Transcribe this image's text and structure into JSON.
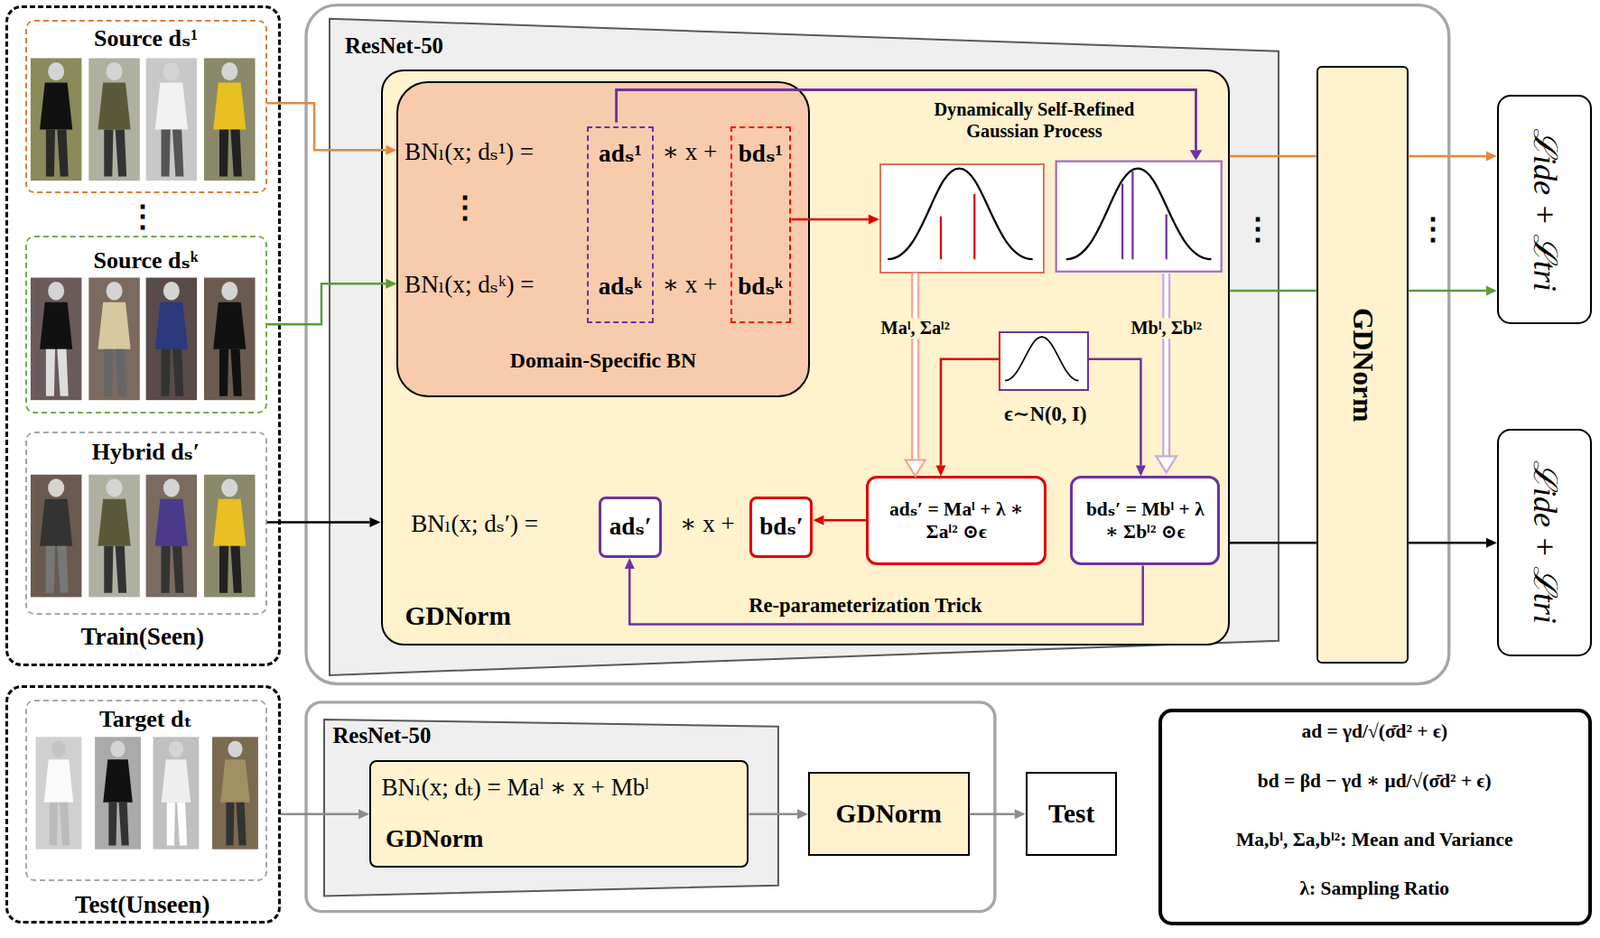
{
  "diagram": {
    "nodes": [
      {
        "text": [
          "Train(Seen)"
        ]
      },
      {
        "text": [
          "Source dₛ¹"
        ],
        "in": 0
      },
      {
        "text": [
          "Source dₛᵏ"
        ],
        "in": 0
      },
      {
        "text": [
          "Hybrid dₛ′"
        ],
        "in": 0
      },
      {
        "text": [
          "ResNet-50"
        ]
      },
      {
        "text": [
          "BNₗ(x; dₛ′) =",
          "∗ x +",
          "GDNorm"
        ],
        "in": 4
      },
      {
        "text": [
          "BNₗ(x; dₛ¹) =",
          "∗ x +",
          "⋮",
          "BNₗ(x; dₛᵏ) =",
          "∗ x +",
          "Domain-Specific BN"
        ],
        "in": 5
      },
      {
        "text": [
          "adₛ¹",
          "adₛᵏ"
        ],
        "in": 6
      },
      {
        "text": [
          "bdₛ¹",
          "bdₛᵏ"
        ],
        "in": 6
      },
      {
        "text": [
          "Dynamically Self-Refined Gaussian Process"
        ],
        "in": 5
      },
      {
        "text": [
          "ϵ∼N(0, I)"
        ],
        "in": 5
      },
      {
        "text": [
          "adₛ′ = Maˡ + λ ∗ Σaˡ² ⊙ϵ"
        ],
        "in": 5
      },
      {
        "text": [
          "bdₛ′ = Mbˡ + λ ∗ Σbˡ² ⊙ϵ"
        ],
        "in": 5
      },
      {
        "text": [
          "adₛ′"
        ],
        "in": 5
      },
      {
        "text": [
          "bdₛ′"
        ],
        "in": 5
      },
      {
        "text": [
          "GDNorm"
        ]
      },
      {
        "text": [
          "ℒide + ℒtri"
        ]
      },
      {
        "text": [
          "ℒide + ℒtri"
        ]
      },
      {
        "text": [
          "Test(Unseen)"
        ]
      },
      {
        "text": [
          "Target dₜ"
        ],
        "in": 18
      },
      {
        "text": [
          "ResNet-50"
        ]
      },
      {
        "text": [
          "BNₗ(x; dₜ) = Maˡ ∗ x + Mbˡ",
          "GDNorm"
        ],
        "in": 20
      },
      {
        "text": [
          "GDNorm"
        ]
      },
      {
        "text": [
          "Test"
        ]
      },
      {
        "text": [
          "ad = γd/√(σ̄d² + ϵ)",
          "bd = βd − γd ∗ μd/√(σ̄d² + ϵ)",
          "Ma,bˡ, Σa,bˡ²: Mean and Variance",
          "λ: Sampling Ratio"
        ]
      }
    ],
    "edges": [
      {
        "from": 1,
        "to": 6,
        "arrow": "to"
      },
      {
        "from": 2,
        "to": 6,
        "arrow": "to"
      },
      {
        "from": 3,
        "to": 5,
        "arrow": "to"
      },
      {
        "from": 8,
        "to": 9,
        "arrow": "to"
      },
      {
        "from": 9,
        "to": 11,
        "label": "Maˡ, Σaˡ²",
        "arrow": "to"
      },
      {
        "from": 10,
        "to": 11,
        "arrow": "to"
      },
      {
        "from": 10,
        "to": 12,
        "arrow": "to"
      },
      {
        "from": 11,
        "to": 14,
        "arrow": "to"
      },
      {
        "from": 12,
        "to": 13,
        "label": "Re-parameterization Trick",
        "arrow": "to"
      },
      {
        "from": 5,
        "to": 15,
        "arrow": "none"
      },
      {
        "from": 5,
        "to": 15,
        "arrow": "none"
      },
      {
        "from": 5,
        "to": 15,
        "arrow": "none"
      },
      {
        "from": 15,
        "to": 16,
        "arrow": "to"
      },
      {
        "from": 15,
        "to": 16,
        "arrow": "to"
      },
      {
        "from": 15,
        "to": 17,
        "arrow": "to"
      },
      {
        "from": 18,
        "to": 21,
        "arrow": "to"
      },
      {
        "from": 21,
        "to": 22,
        "arrow": "to"
      },
      {
        "from": 22,
        "to": 23,
        "arrow": "to"
      }
    ],
    "labels": [
      "⋮",
      "⋮",
      "⋮",
      "Mbˡ, Σbˡ²"
    ]
  }
}
